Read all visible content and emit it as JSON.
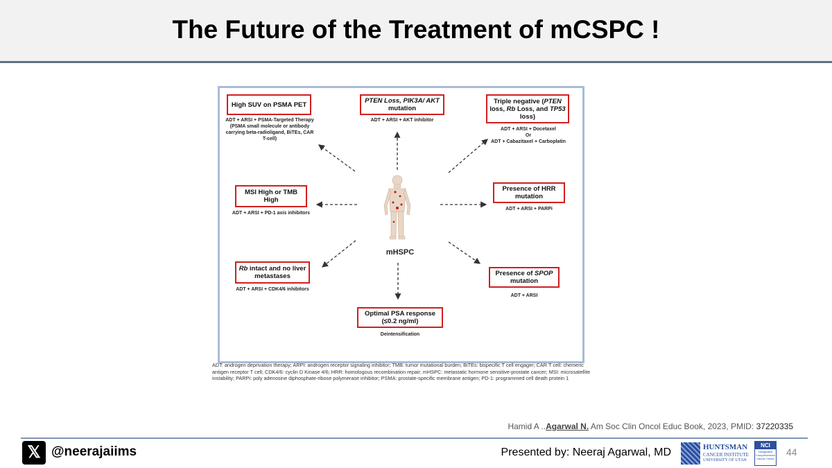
{
  "title": "The Future of the Treatment of mCSPC !",
  "diagram": {
    "center": "mHSPC",
    "nodes": [
      {
        "id": "psma",
        "box": "High SUV on PSMA PET",
        "treatment": "ADT + ARSI + PSMA-Targeted Therapy (PSMA small molecule or antibody carrying beta-radioligand, BiTEs, CAR T-cell)"
      },
      {
        "id": "pten",
        "box_parts": [
          "PTEN Loss, ",
          "PIK3A/ AKT",
          " mutation"
        ],
        "treatment": "ADT + ARSI + AKT inhibitor"
      },
      {
        "id": "triple",
        "box_parts": [
          "Triple negative (",
          "PTEN",
          " loss, ",
          "Rb",
          " Loss, and ",
          "TP53",
          " loss)"
        ],
        "treatment_lines": [
          "ADT + ARSI + Docetaxel",
          "Or",
          "ADT + Cabazitaxel + Carboplatin"
        ]
      },
      {
        "id": "msi",
        "box": "MSI High or TMB High",
        "treatment": "ADT + ARSI + PD-1 axis inhibitors"
      },
      {
        "id": "hrr",
        "box": "Presence of HRR mutation",
        "treatment": "ADT + ARSI + PARPi"
      },
      {
        "id": "rb",
        "box_parts": [
          "Rb",
          " intact and no liver metastases"
        ],
        "treatment": "ADT + ARSI + CDK4/6 inhibitors"
      },
      {
        "id": "spop",
        "box_parts": [
          "Presence of ",
          "SPOP",
          " mutation"
        ],
        "treatment": "ADT + ARSI"
      },
      {
        "id": "psa",
        "box": "Optimal PSA response (≤0.2 ng/ml)",
        "treatment": "Deintensification"
      }
    ],
    "footnote": "ADT: androgen deprivation therapy; ARPI: androgen receptor signaling inhibitor; TMB: tumor mutational burden; BiTEs: bispecific T cell engager; CAR T cell: chemeric antigen receptor T cell; CDK4/6: cyclin D Kinase 4/6; HRR: homologous recombination repair; mHSPC: metastatic hormone sensitive-prostate cancer; MSI: microsatellite instability; PARPi: poly adenosine diphosphate-ribose polymerase inhibitor; PSMA: prostate-specific membrane antigen; PD-1: programmed cell death protein 1"
  },
  "citation": {
    "prefix": "Hamid A ..",
    "author": "Agarwal N.",
    "journal": "  Am Soc Clin Oncol Educ Book, 2023, ",
    "pmid_label": "PMID: ",
    "pmid": "37220335"
  },
  "footer": {
    "x_glyph": "𝕏",
    "handle": "@neerajaiims",
    "presenter": "Presented by: Neeraj Agarwal, MD",
    "logo_name": "HUNTSMAN",
    "logo_sub": "CANCER INSTITUTE",
    "logo_univ": "UNIVERSITY OF UTAH",
    "nci": "NCI",
    "nci_sub": "Designated Comprehensive Cancer Center",
    "slide_number": "44"
  }
}
